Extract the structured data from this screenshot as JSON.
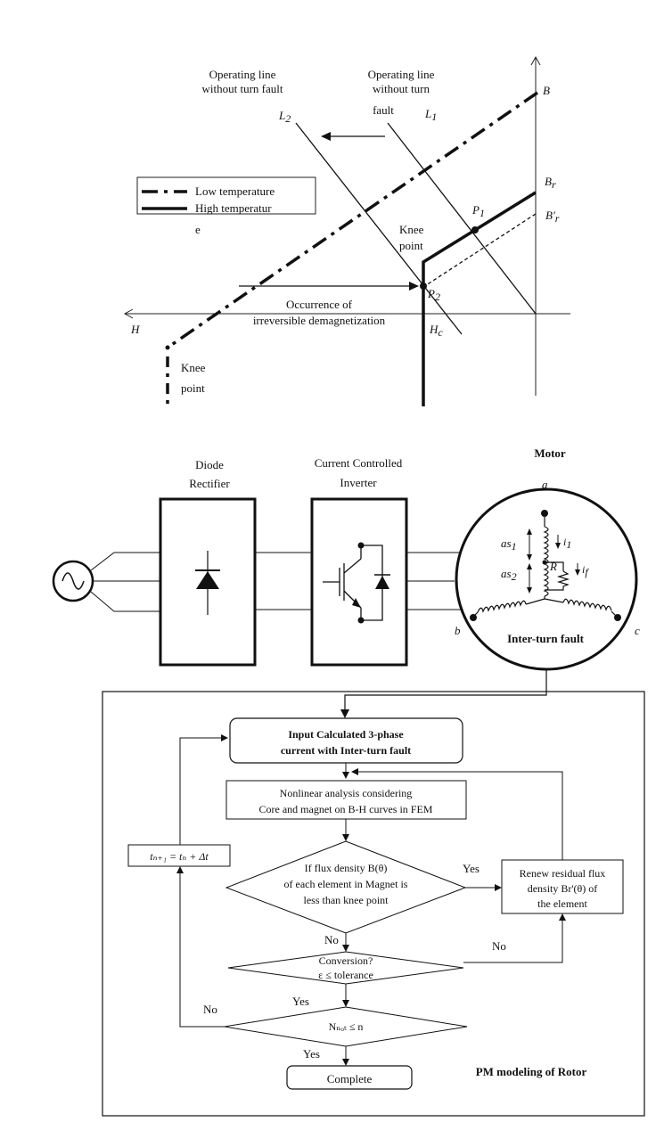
{
  "bh_graph": {
    "op_line_left": [
      "Operating line",
      "without turn fault"
    ],
    "op_line_right": [
      "Operating line",
      "without turn"
    ],
    "op_line_right_tail": "fault",
    "L2": "L",
    "L2_sub": "2",
    "L1": "L",
    "L1_sub": "1",
    "B": "B",
    "Br": "B",
    "Br_sub": "r",
    "Br_prime": "B'",
    "Br_prime_sub": "r",
    "P1": "P",
    "P1_sub": "1",
    "P2": "P",
    "P2_sub": "2",
    "H": "H",
    "Hc": "H",
    "Hc_sub": "c",
    "knee_mid": [
      "Knee",
      "point"
    ],
    "knee_low": [
      "Knee",
      "point"
    ],
    "occurrence": [
      "Occurrence of",
      "irreversible demagnetization"
    ],
    "legend": {
      "low": "Low temperature",
      "high_1": "High temperatur",
      "high_2": "e"
    }
  },
  "circuit": {
    "diode_title": [
      "Diode",
      "Rectifier"
    ],
    "inverter_title": [
      "Current Controlled",
      "Inverter"
    ],
    "motor_title": "Motor",
    "phase_a": "a",
    "phase_b": "b",
    "phase_c": "c",
    "as1": "as",
    "as1_sub": "1",
    "as2": "as",
    "as2_sub": "2",
    "R": "R",
    "i1": "i",
    "i1_sub": "1",
    "i2": "i",
    "i2_sub": "f",
    "fault_label": "Inter-turn fault"
  },
  "flowchart": {
    "input_box": [
      "Input Calculated 3-phase",
      "current  with Inter-turn fault"
    ],
    "nonlinear_box": [
      "Nonlinear analysis considering",
      "Core and magnet on B-H curves in FEM"
    ],
    "decision1": [
      "If flux density B(θ)",
      "of each element in Magnet is",
      "less than knee point"
    ],
    "renew_box": [
      "Renew residual flux",
      "density Br'(θ) of",
      "the element"
    ],
    "time_box": "tₙ₊₁ = tₙ + Δt",
    "decision2": [
      "Conversion?",
      "ε ≤ tolerance"
    ],
    "decision3": "Nₙₒₜ ≤  n",
    "complete_box": "Complete",
    "yes1": "Yes",
    "no1": "No",
    "no2": "No",
    "yes2": "Yes",
    "no3": "No",
    "yes3": "Yes",
    "caption": "PM modeling of Rotor"
  }
}
